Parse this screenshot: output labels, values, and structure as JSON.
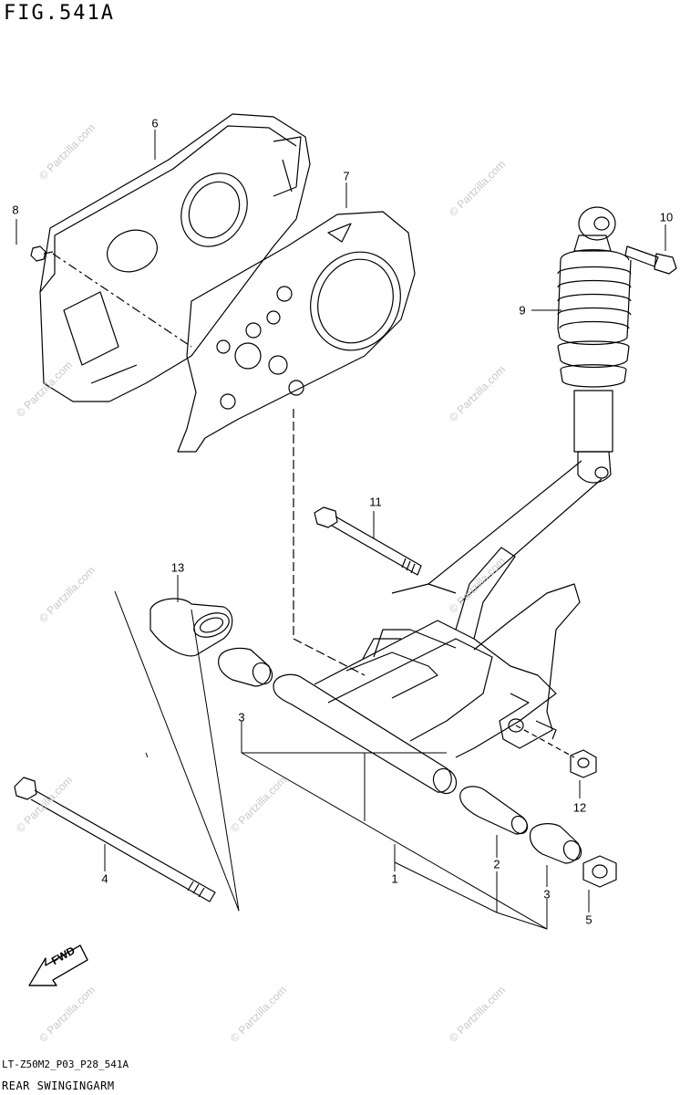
{
  "header": {
    "figure_id": "FIG.541A"
  },
  "callouts": {
    "c1": "1",
    "c2": "2",
    "c3a": "3",
    "c3b": "3",
    "c4": "4",
    "c5": "5",
    "c6": "6",
    "c7": "7",
    "c8": "8",
    "c9": "9",
    "c10": "10",
    "c11": "11",
    "c12": "12",
    "c13": "13"
  },
  "fwd_label": "FWD",
  "footer": {
    "code": "LT-Z50M2_P03_P28_541A",
    "caption": "REAR SWINGINGARM"
  },
  "watermark": "© Partzilla.com",
  "colors": {
    "line": "#000000",
    "paper": "#ffffff",
    "watermark": "#c8c8c8"
  }
}
